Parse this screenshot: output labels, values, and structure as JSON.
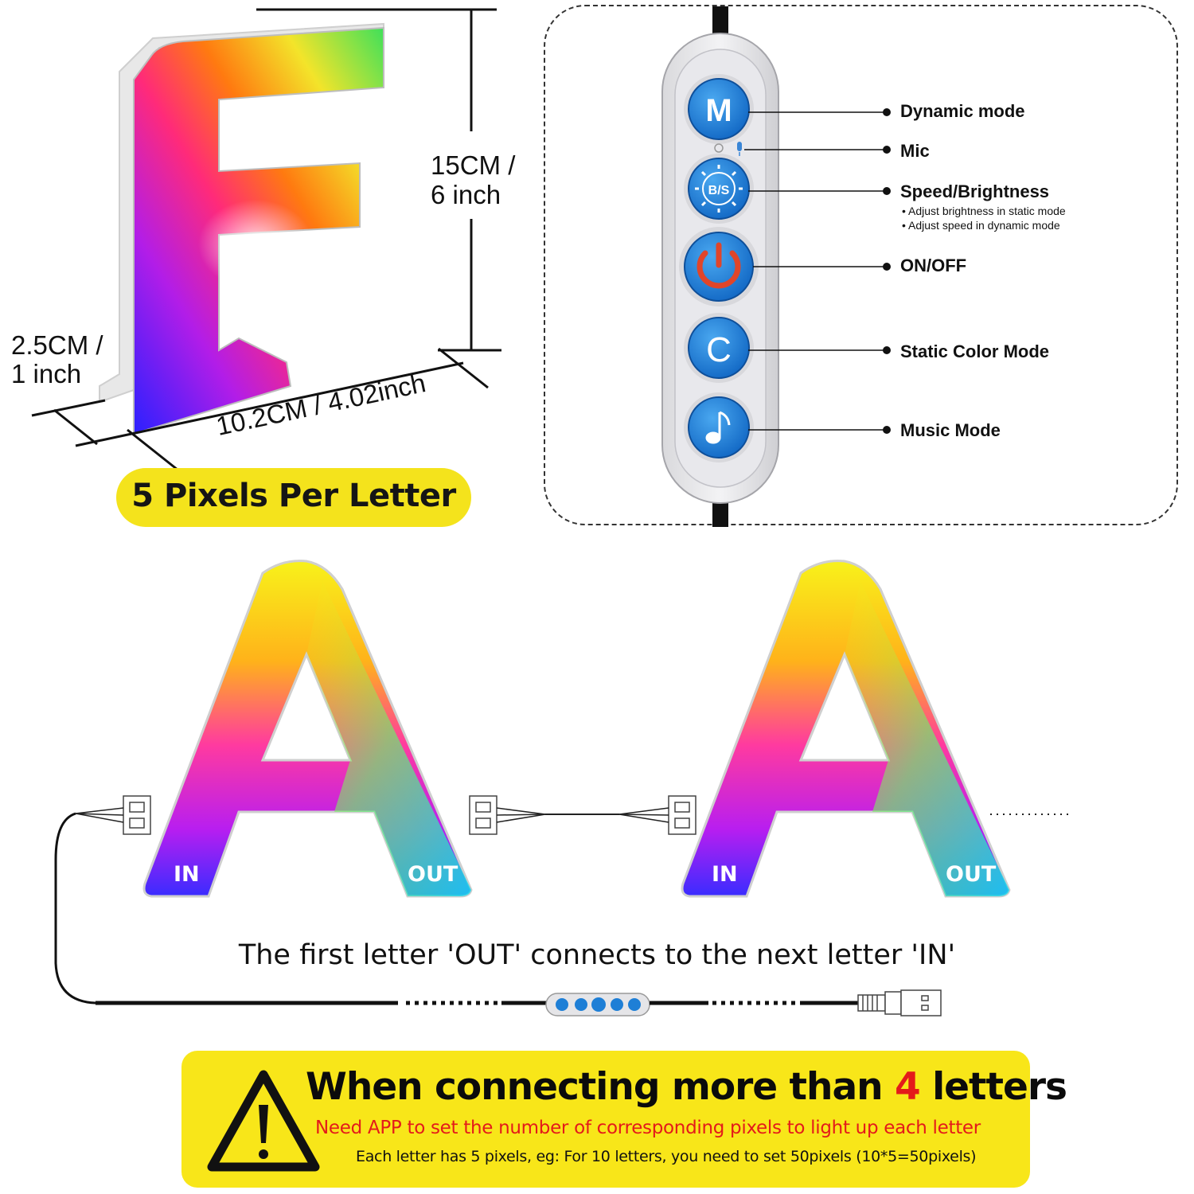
{
  "letter_f": {
    "letter": "F",
    "height_label_1": "15CM /",
    "height_label_2": "6 inch",
    "depth_label_1": "2.5CM /",
    "depth_label_2": "1 inch",
    "width_label": "10.2CM / 4.02inch",
    "pixels_badge": "5 Pixels Per Letter"
  },
  "remote": {
    "buttons": [
      {
        "glyph": "M",
        "label": "Dynamic mode",
        "icon": "m-icon"
      },
      {
        "glyph": "",
        "label": "Mic",
        "icon": "mic-icon"
      },
      {
        "glyph": "B/S",
        "label": "Speed/Brightness",
        "icon": "brightness-speed-icon",
        "notes": [
          "Adjust brightness in static mode",
          "Adjust speed in dynamic mode"
        ]
      },
      {
        "glyph": "",
        "label": "ON/OFF",
        "icon": "power-icon"
      },
      {
        "glyph": "C",
        "label": "Static Color Mode",
        "icon": "c-icon"
      },
      {
        "glyph": "",
        "label": "Music Mode",
        "icon": "music-note-icon"
      }
    ]
  },
  "connection": {
    "letters": [
      {
        "letter": "A",
        "in_label": "IN",
        "out_label": "OUT"
      },
      {
        "letter": "A",
        "in_label": "IN",
        "out_label": "OUT"
      }
    ],
    "caption": "The first letter 'OUT' connects to the next letter 'IN'"
  },
  "warning": {
    "title_prefix": "When connecting more than ",
    "title_number": "4",
    "title_suffix": " letters",
    "subtitle": "Need APP to set the number of corresponding pixels to light up each letter",
    "note": "Each letter has 5 pixels, eg: For 10 letters, you need to set 50pixels (10*5=50pixels)"
  },
  "colors": {
    "badge_yellow": "#f4e31c",
    "button_blue": "#1e7fd6",
    "power_red": "#e0452a",
    "warning_red": "#e41a1a"
  }
}
